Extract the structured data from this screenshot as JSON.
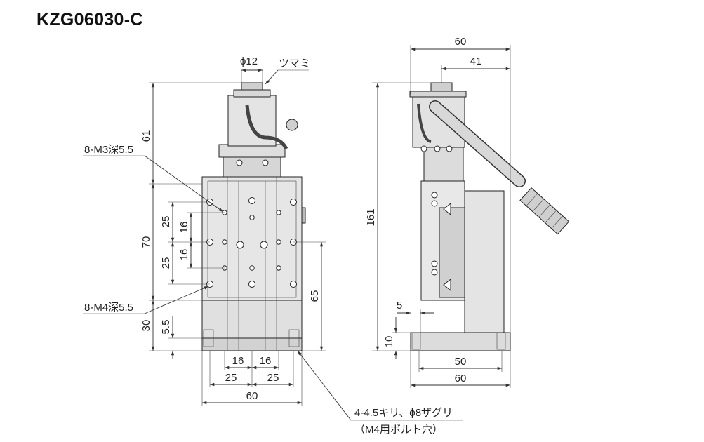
{
  "model": "KZG06030-C",
  "front": {
    "phi12": "ϕ12",
    "knob": "ツマミ",
    "h61": "61",
    "h70": "70",
    "v25a": "25",
    "v16a": "16",
    "v16b": "16",
    "v25b": "25",
    "m3": "8-M3深5.5",
    "m4": "8-M4深5.5",
    "h30": "30",
    "h55": "5.5",
    "h65": "65",
    "b16a": "16",
    "b16b": "16",
    "b25a": "25",
    "b25b": "25",
    "w60": "60",
    "hole_note": "4-4.5キリ、ϕ8ザグリ",
    "bolt_note": "（M4用ボルト穴）"
  },
  "side": {
    "w60_top": "60",
    "w41": "41",
    "h161": "161",
    "d5": "5",
    "h10": "10",
    "w50": "50",
    "w60_bottom": "60"
  },
  "colors": {
    "part_fill": "#e2e2e2",
    "part_dark": "#c4c4c4",
    "line": "#333333"
  }
}
